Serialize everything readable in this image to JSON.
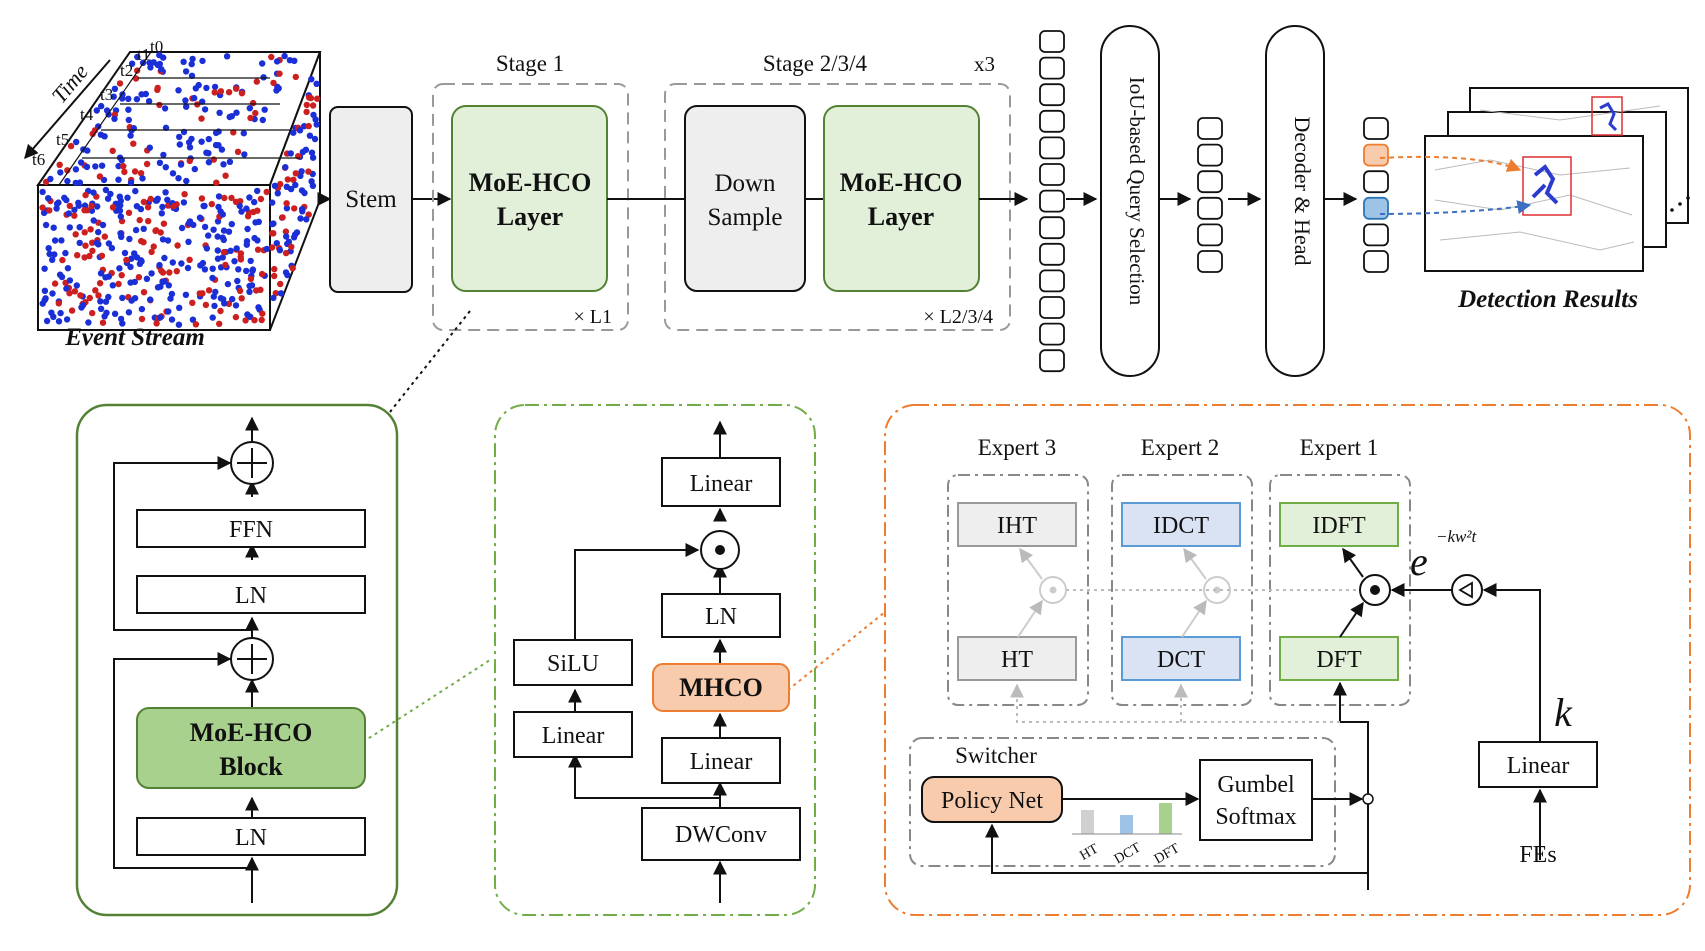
{
  "event_stream": {
    "label": "Event Stream",
    "time_label": "Time",
    "time_ticks": [
      "t0",
      "t1",
      "t2",
      "t3",
      "t4",
      "t5",
      "t6"
    ],
    "colors": {
      "positive": "#cc1f1f",
      "negative": "#1a2fd6"
    }
  },
  "pipeline": {
    "stem": "Stem",
    "stage1_title": "Stage 1",
    "stage1_block": [
      "MoE-HCO",
      "Layer"
    ],
    "stage1_repeat": "× L1",
    "stage234_title": "Stage 2/3/4",
    "stage234_times": "x3",
    "downsample": [
      "Down",
      "Sample"
    ],
    "stage234_block": [
      "MoE-HCO",
      "Layer"
    ],
    "stage234_repeat": "× L2/3/4",
    "query_selection": "IoU-based Query Selection",
    "decoder_head": "Decoder & Head",
    "detection_results": "Detection Results"
  },
  "layer_detail": {
    "ffn": "FFN",
    "ln_top": "LN",
    "block": [
      "MoE-HCO",
      "Block"
    ],
    "ln_bottom": "LN"
  },
  "block_detail": {
    "linear_top": "Linear",
    "ln": "LN",
    "silu": "SiLU",
    "mhco": "MHCO",
    "linear_left": "Linear",
    "linear_right": "Linear",
    "dwconv": "DWConv"
  },
  "mhco_detail": {
    "expert3": "Expert 3",
    "expert2": "Expert 2",
    "expert1": "Expert 1",
    "iht": "IHT",
    "idct": "IDCT",
    "idft": "IDFT",
    "ht": "HT",
    "dct": "DCT",
    "dft": "DFT",
    "exp_base": "e",
    "exp_power": "−kw²t",
    "k_label": "k",
    "switcher": "Switcher",
    "policy_net": "Policy Net",
    "gumbel": [
      "Gumbel",
      "Softmax"
    ],
    "bar_labels": [
      "HT",
      "DCT",
      "DFT"
    ],
    "linear": "Linear",
    "fes": "FEs"
  },
  "colors": {
    "green_fill": "#e2f0d9",
    "green_stroke": "#548235",
    "green_strong": "#a9d18e",
    "orange_fill": "#f8cbad",
    "orange_stroke": "#ed7d31",
    "blue_fill": "#dae3f3",
    "blue_stroke": "#5b9bd5",
    "gray_fill": "#eeeeee",
    "red_text": "#c00000"
  }
}
